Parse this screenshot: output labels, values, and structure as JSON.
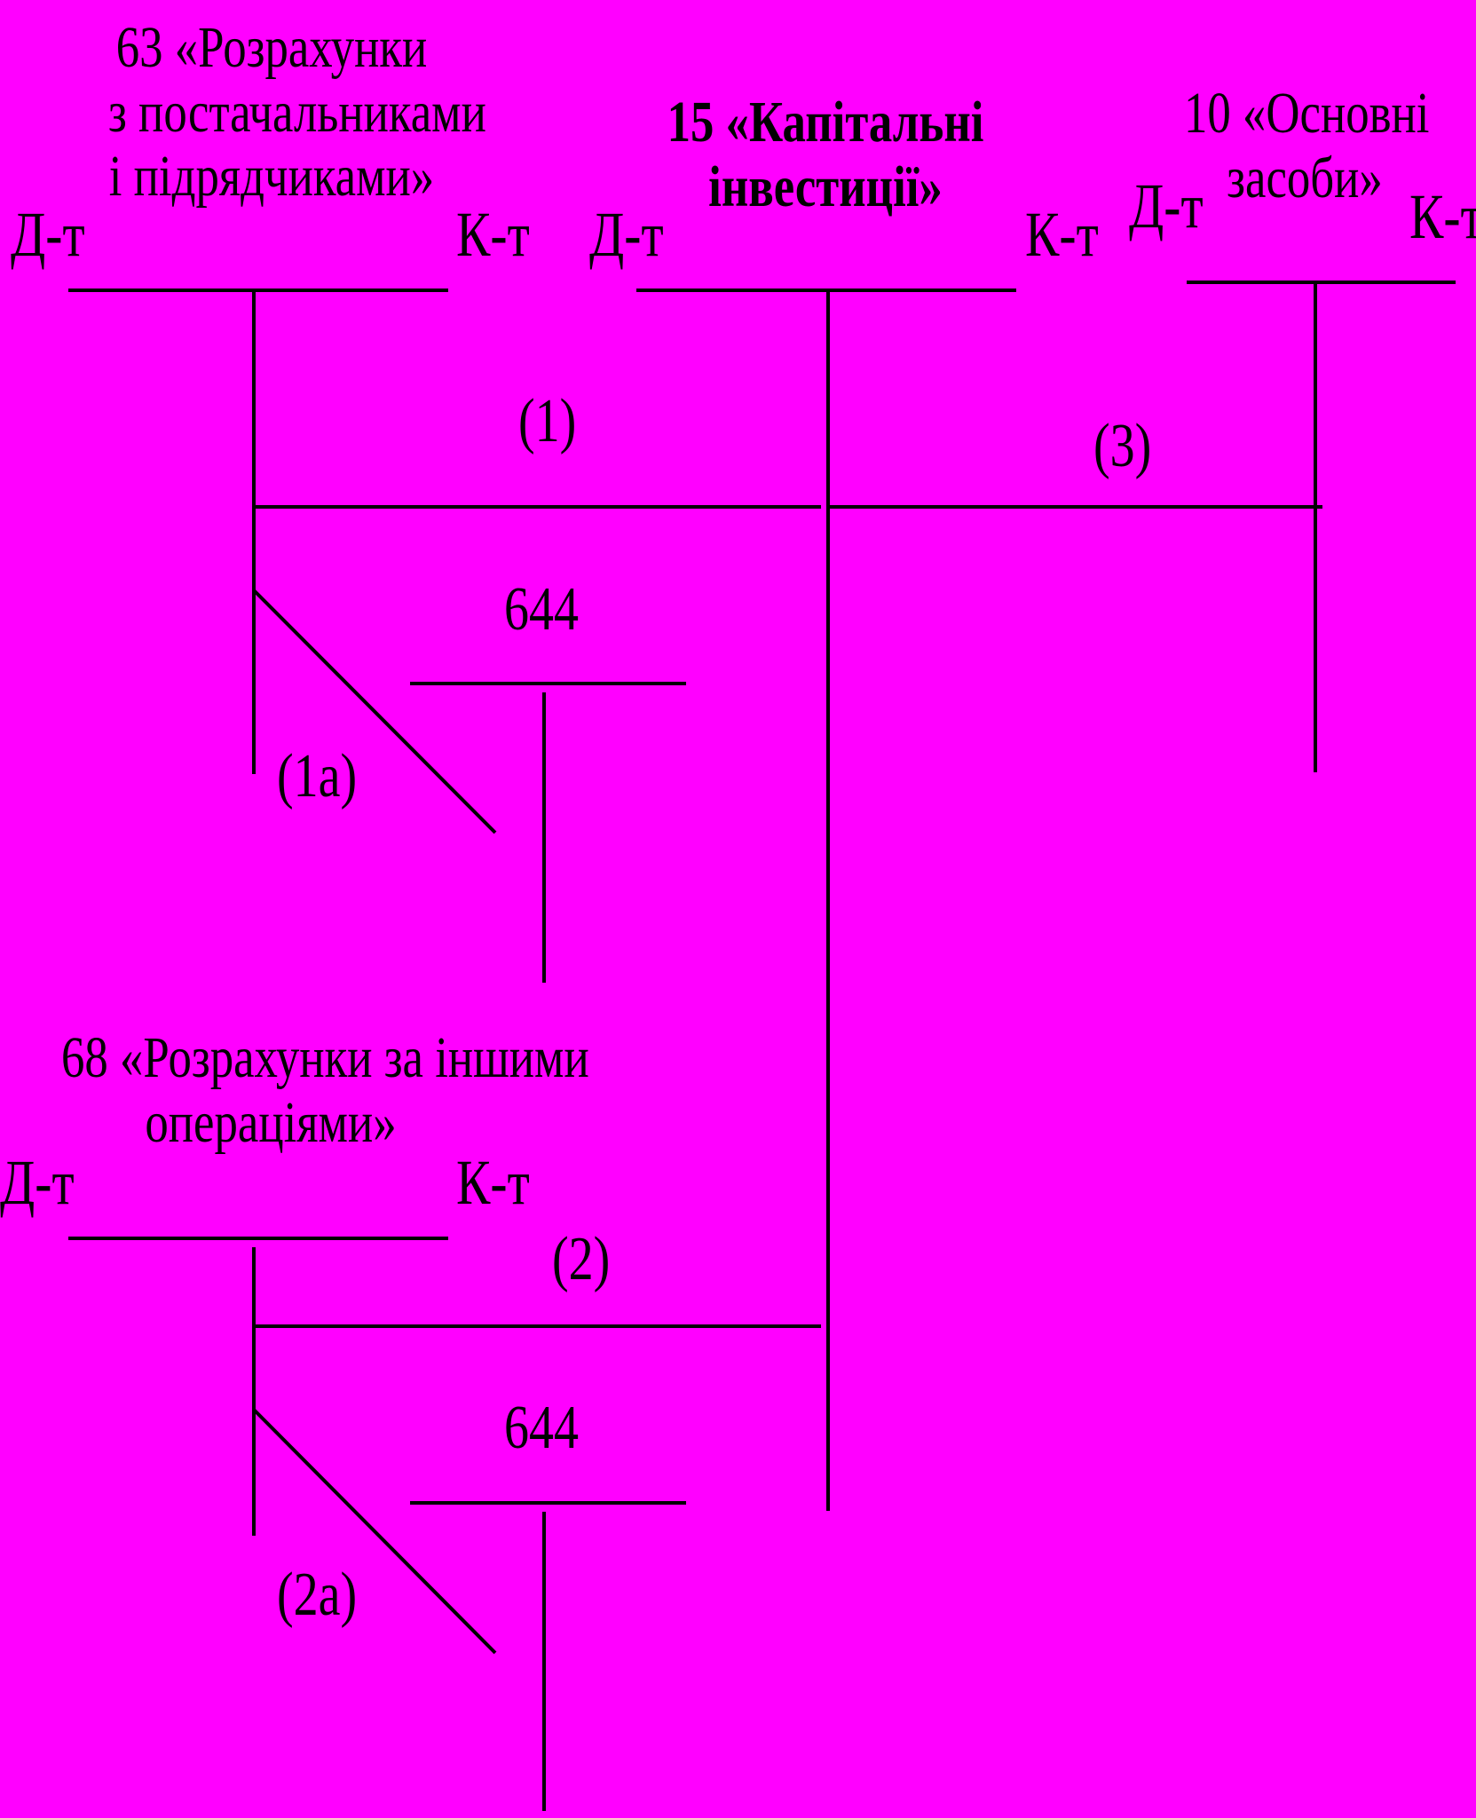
{
  "accounts": {
    "a63": {
      "title_lines": [
        "63 «Розрахунки",
        "з постачальниками",
        "і підрядчиками»"
      ],
      "debit": "Д-т",
      "credit": "К-т"
    },
    "a15": {
      "title_lines": [
        "15 «Капітальні",
        "інвестиції»"
      ],
      "debit": "Д-т",
      "credit": "К-т"
    },
    "a10": {
      "title_lines": [
        "10 «Основні",
        "засоби»"
      ],
      "debit": "Д-т",
      "credit": "К-т"
    },
    "a68": {
      "title_lines": [
        "68 «Розрахунки за іншими",
        "операціями»"
      ],
      "debit": "Д-т",
      "credit": "К-т"
    },
    "a644_1": {
      "title": "644"
    },
    "a644_2": {
      "title": "644"
    }
  },
  "entries": {
    "e1": "(1)",
    "e1a": "(1а)",
    "e2": "(2)",
    "e2a": "(2а)",
    "e3": "(3)"
  },
  "colors": {
    "background": "#ff00ff",
    "ink": "#000000"
  }
}
